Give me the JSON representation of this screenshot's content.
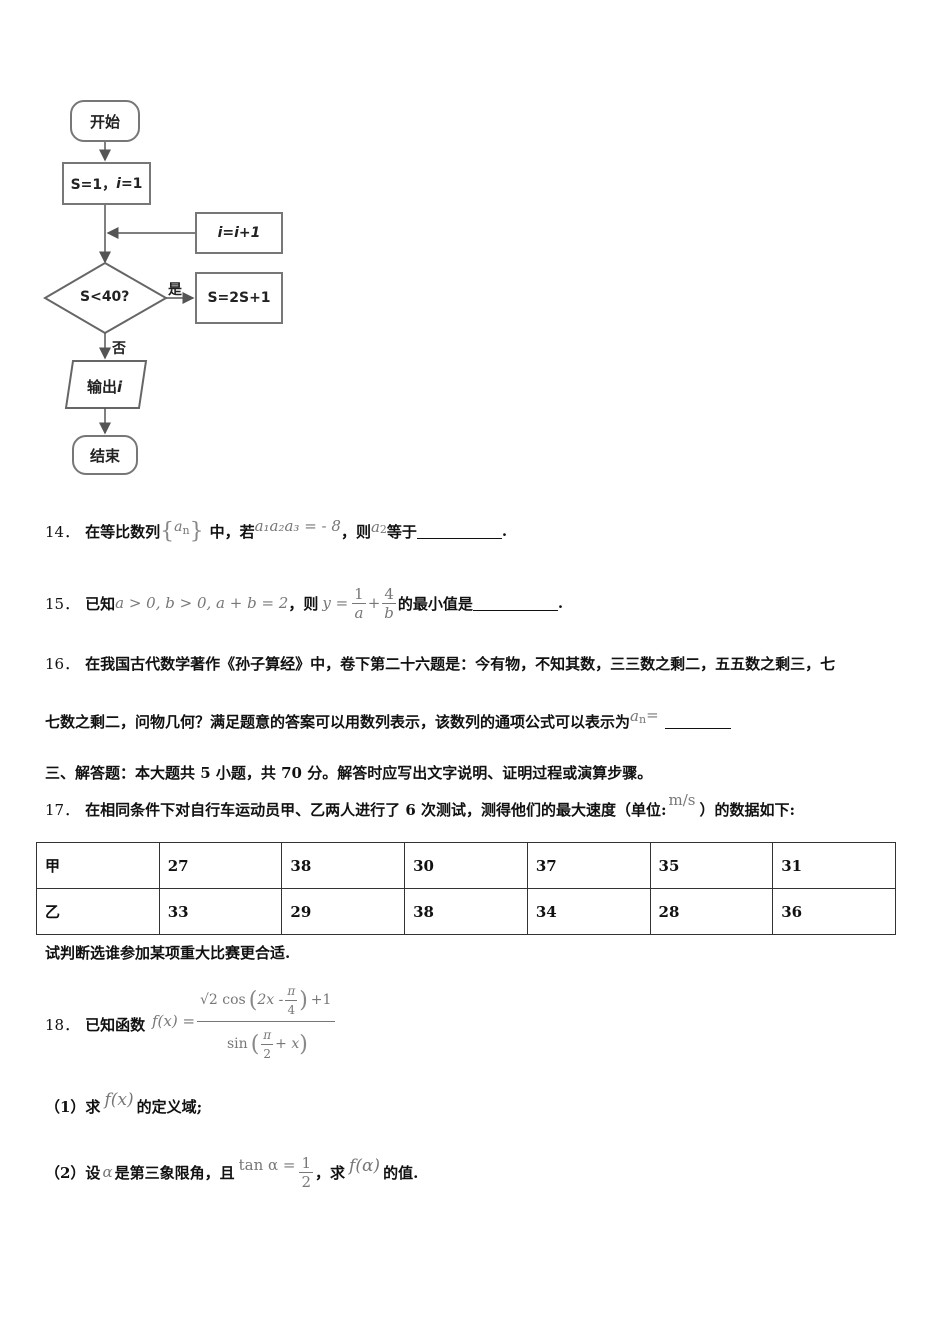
{
  "flowchart": {
    "start": "开始",
    "init": "S=1，",
    "init_i": "i",
    "init_i_val": "=1",
    "increment": "i=i+1",
    "condition": "S<40?",
    "yes_label": "是",
    "process": "S=2S+1",
    "no_label": "否",
    "output": "输出",
    "output_var": "i",
    "end": "结束"
  },
  "q14": {
    "num": "14．",
    "text_a": "在等比数列",
    "seq": "a",
    "seq_sub": "n",
    "text_b": "中，若",
    "cond": "a₁a₂a₃ = - 8",
    "text_c": "，则",
    "target": "a",
    "target_sub": "2",
    "text_d": "等于",
    "end": "."
  },
  "q15": {
    "num": "15．",
    "text_a": "已知",
    "cond": "a > 0, b > 0, a + b = 2",
    "text_b": "，则",
    "y_eq": "y =",
    "f1_num": "1",
    "f1_den": "a",
    "plus": "+",
    "f2_num": "4",
    "f2_den": "b",
    "text_c": "的最小值是",
    "end": "."
  },
  "q16": {
    "num": "16．",
    "line1": "在我国古代数学著作《孙子算经》中，卷下第二十六题是：今有物，不知其数，三三数之剩二，五五数之剩三，七",
    "line2": "七数之剩二，问物几何？满足题意的答案可以用数列表示，该数列的通项公式可以表示为",
    "an": "a",
    "an_sub": "n",
    "eq": " ="
  },
  "section3": "三、解答题：本大题共 5 小题，共 70 分。解答时应写出文字说明、证明过程或演算步骤。",
  "q17": {
    "num": "17．",
    "text_a": "在相同条件下对自行车运动员甲、乙两人进行了 6 次测试，测得他们的最大速度（单位:",
    "unit": "m/s",
    "text_b": "）的数据如下:",
    "rows": [
      [
        "甲",
        "27",
        "38",
        "30",
        "37",
        "35",
        "31"
      ],
      [
        "乙",
        "33",
        "29",
        "38",
        "34",
        "28",
        "36"
      ]
    ],
    "after": "试判断选谁参加某项重大比赛更合适."
  },
  "q18": {
    "num": "18．",
    "text_a": "已知函数",
    "fx": "f(x) =",
    "numer_a": "√2 cos",
    "numer_b": "2x -",
    "pi": "π",
    "four": "4",
    "numer_c": "+1",
    "denom_a": "sin",
    "two": "2",
    "denom_b": "+ x",
    "p1_label": "（1）求",
    "p1_f": "f(x)",
    "p1_text": "的定义域;",
    "p2_label": "（2）设",
    "p2_alpha": "α",
    "p2_text_a": "是第三象限角，且",
    "p2_tan": "tan α =",
    "p2_num": "1",
    "p2_den": "2",
    "p2_text_b": "，求",
    "p2_f": "f(α)",
    "p2_text_c": "的值."
  }
}
